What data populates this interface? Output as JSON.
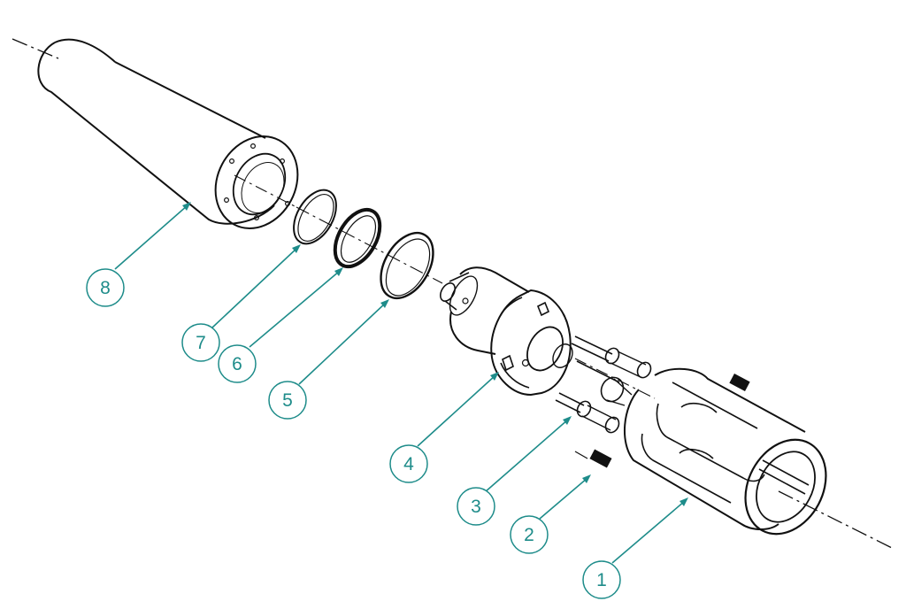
{
  "accent_color": "#1e8c8a",
  "line_color": "#111111",
  "callouts": [
    {
      "label": "1"
    },
    {
      "label": "2"
    },
    {
      "label": "3"
    },
    {
      "label": "4"
    },
    {
      "label": "5"
    },
    {
      "label": "6"
    },
    {
      "label": "7"
    },
    {
      "label": "8"
    }
  ]
}
